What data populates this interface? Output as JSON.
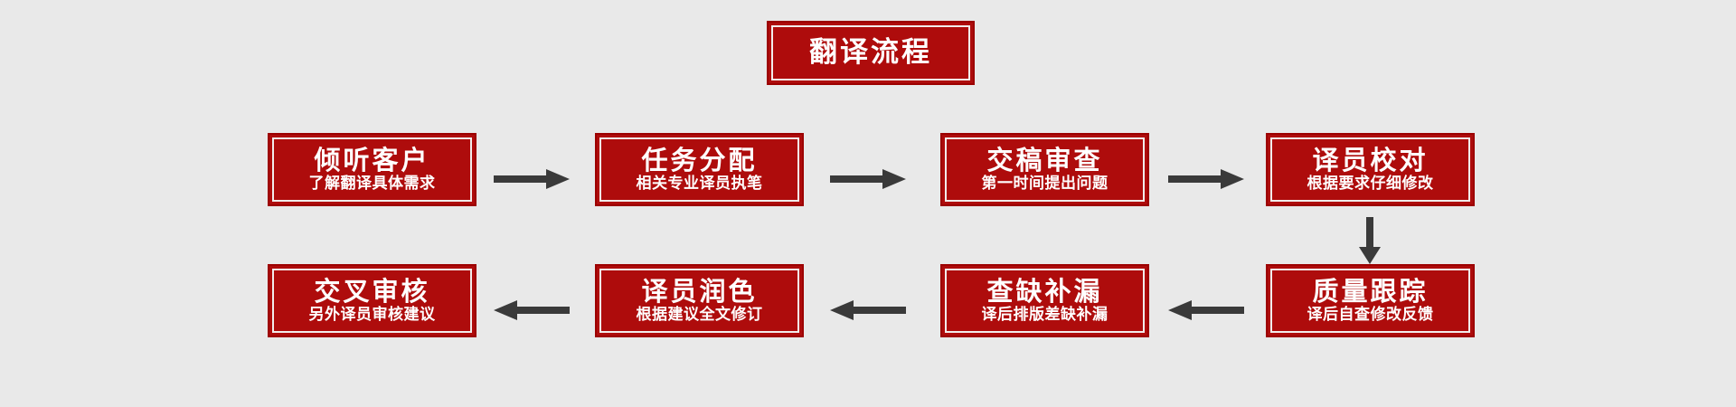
{
  "page": {
    "background_color": "#e9e9e9",
    "title": "翻译流程"
  },
  "theme": {
    "box_fill": "#ae0c0c",
    "box_border": "#9c0000",
    "inner_border": "#f2eceb",
    "text_color": "#ffffff",
    "arrow_color": "#3a3a3a"
  },
  "header": {
    "label": "翻译流程"
  },
  "flow": {
    "row1": [
      {
        "title": "倾听客户",
        "subtitle": "了解翻译具体需求"
      },
      {
        "title": "任务分配",
        "subtitle": "相关专业译员执笔"
      },
      {
        "title": "交稿审查",
        "subtitle": "第一时间提出问题"
      },
      {
        "title": "译员校对",
        "subtitle": "根据要求仔细修改"
      }
    ],
    "row2": [
      {
        "title": "交叉审核",
        "subtitle": "另外译员审核建议"
      },
      {
        "title": "译员润色",
        "subtitle": "根据建议全文修订"
      },
      {
        "title": "查缺补漏",
        "subtitle": "译后排版差缺补漏"
      },
      {
        "title": "质量跟踪",
        "subtitle": "译后自查修改反馈"
      }
    ]
  },
  "connectors": [
    {
      "name": "arrow-right-1",
      "direction": "right"
    },
    {
      "name": "arrow-right-2",
      "direction": "right"
    },
    {
      "name": "arrow-right-3",
      "direction": "right"
    },
    {
      "name": "arrow-down-1",
      "direction": "down"
    },
    {
      "name": "arrow-left-1",
      "direction": "left"
    },
    {
      "name": "arrow-left-2",
      "direction": "left"
    },
    {
      "name": "arrow-left-3",
      "direction": "left"
    }
  ]
}
